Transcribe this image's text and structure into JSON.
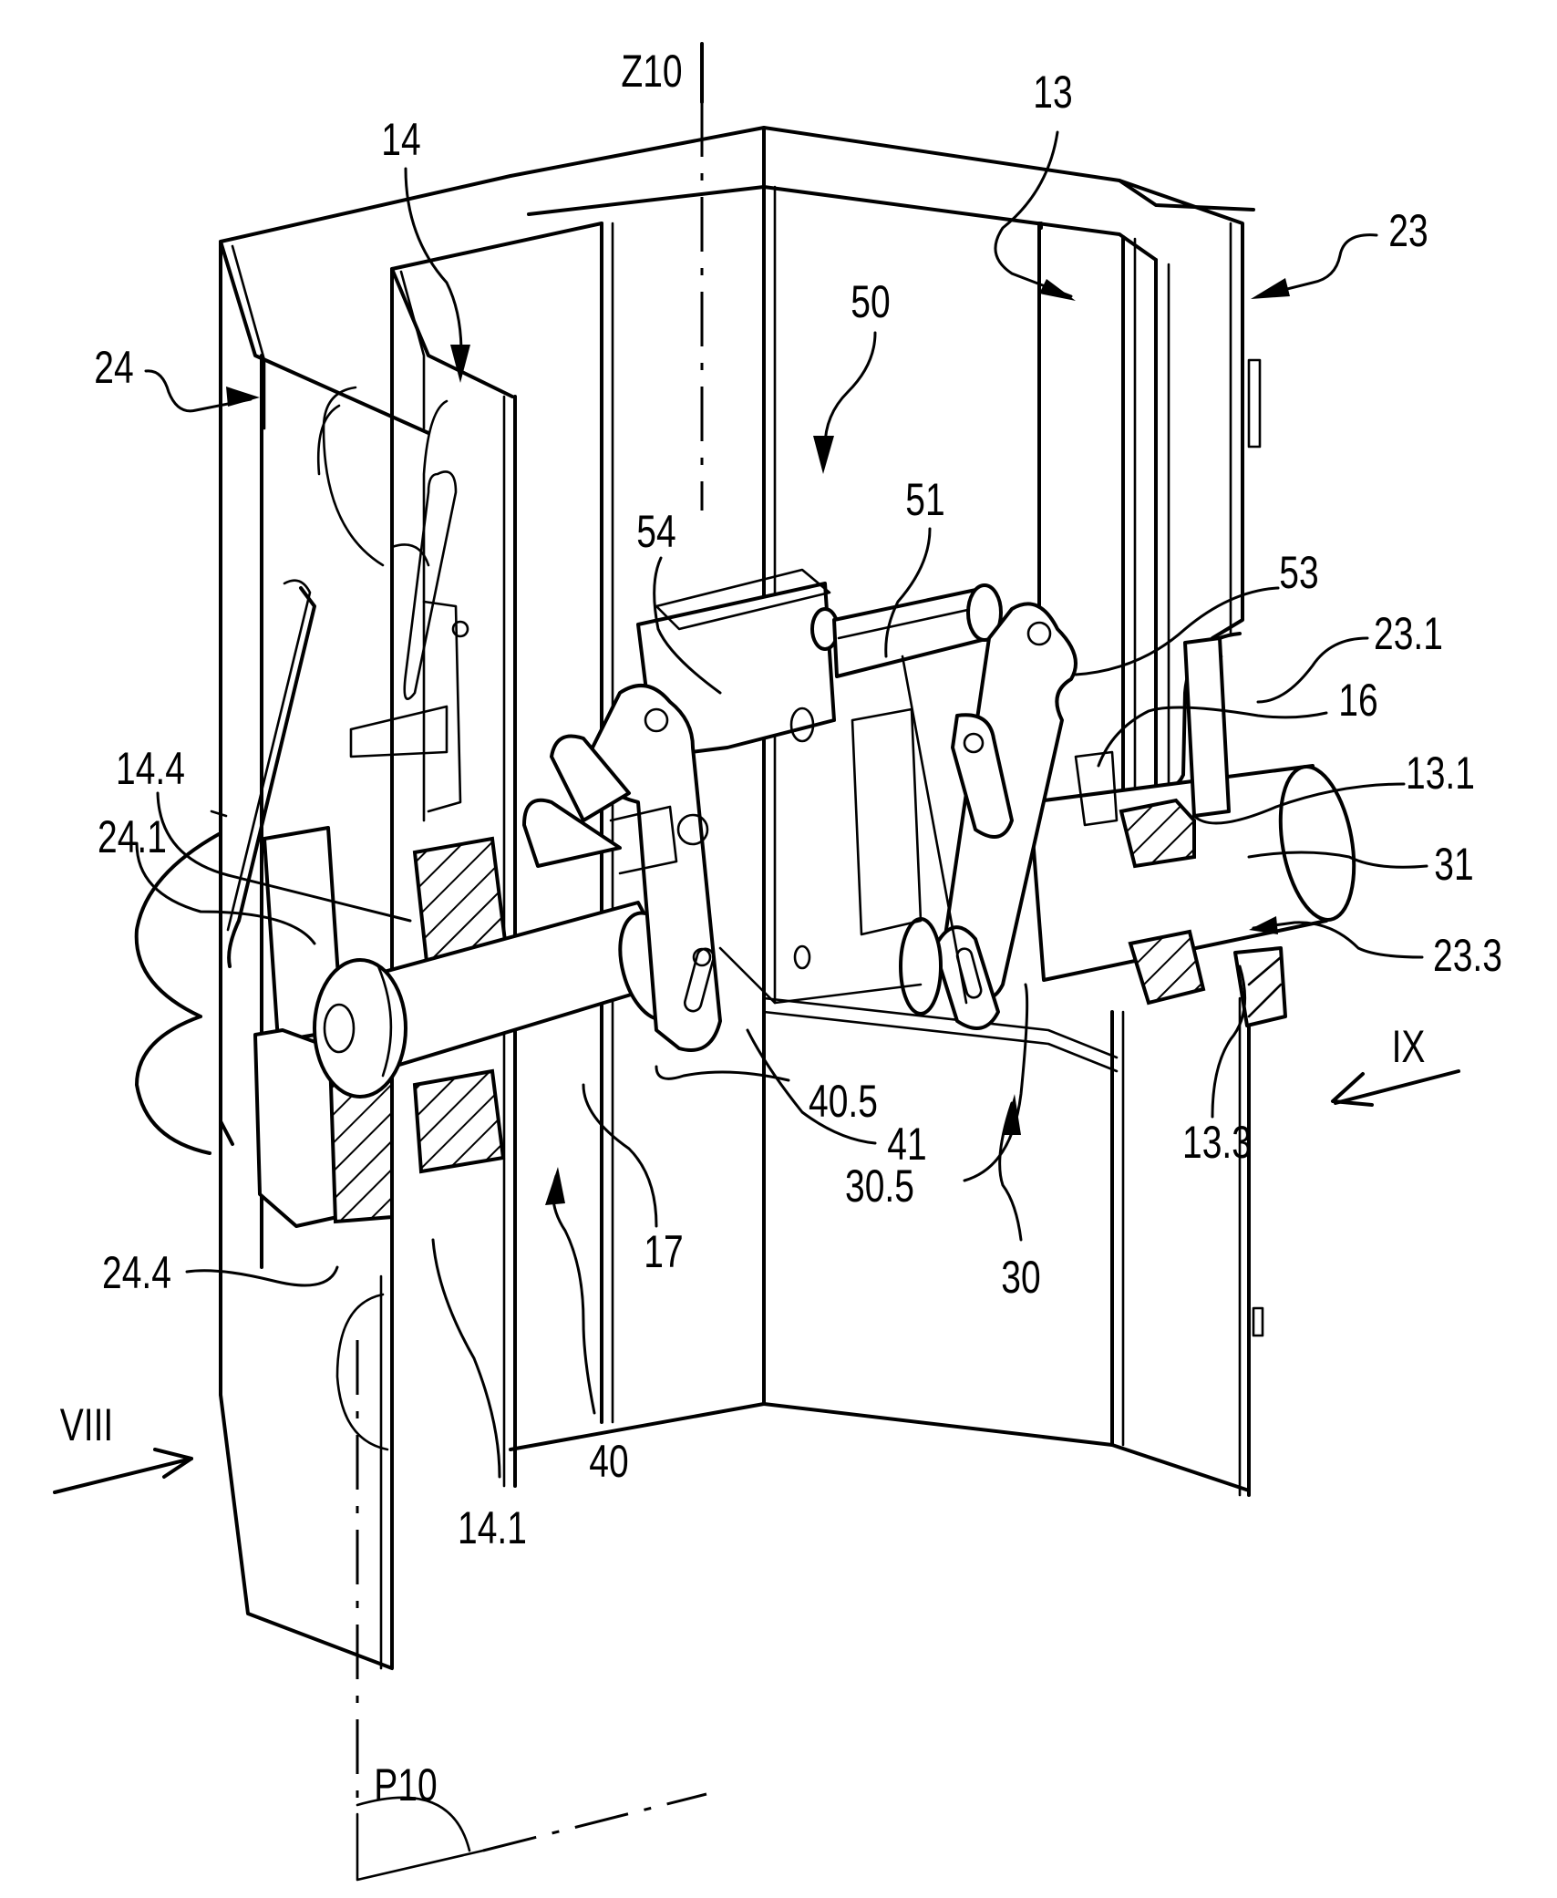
{
  "figure": {
    "type": "patent-technical-drawing",
    "description": "Perspective view of a folding hinge/latch mechanism with uprights, shafts, and linkages",
    "axis_label": "Z10",
    "plane_label": "P10",
    "view_labels": [
      {
        "id": "view-viii",
        "text": "VIII"
      },
      {
        "id": "view-ix",
        "text": "IX"
      }
    ],
    "reference_numerals": [
      {
        "id": "ref-z10",
        "text": "Z10"
      },
      {
        "id": "ref-13",
        "text": "13"
      },
      {
        "id": "ref-14",
        "text": "14"
      },
      {
        "id": "ref-23",
        "text": "23"
      },
      {
        "id": "ref-24",
        "text": "24"
      },
      {
        "id": "ref-50",
        "text": "50"
      },
      {
        "id": "ref-51",
        "text": "51"
      },
      {
        "id": "ref-54",
        "text": "54"
      },
      {
        "id": "ref-53",
        "text": "53"
      },
      {
        "id": "ref-23-1",
        "text": "23.1"
      },
      {
        "id": "ref-16",
        "text": "16"
      },
      {
        "id": "ref-14-4",
        "text": "14.4"
      },
      {
        "id": "ref-24-1",
        "text": "24.1"
      },
      {
        "id": "ref-13-1",
        "text": "13.1"
      },
      {
        "id": "ref-31",
        "text": "31"
      },
      {
        "id": "ref-23-3",
        "text": "23.3"
      },
      {
        "id": "ref-ix",
        "text": "IX"
      },
      {
        "id": "ref-40-5",
        "text": "40.5"
      },
      {
        "id": "ref-41",
        "text": "41"
      },
      {
        "id": "ref-30-5",
        "text": "30.5"
      },
      {
        "id": "ref-13-3",
        "text": "13.3"
      },
      {
        "id": "ref-17",
        "text": "17"
      },
      {
        "id": "ref-24-4",
        "text": "24.4"
      },
      {
        "id": "ref-30",
        "text": "30"
      },
      {
        "id": "ref-viii",
        "text": "VIII"
      },
      {
        "id": "ref-40",
        "text": "40"
      },
      {
        "id": "ref-14-1",
        "text": "14.1"
      },
      {
        "id": "ref-p10",
        "text": "P10"
      }
    ]
  }
}
